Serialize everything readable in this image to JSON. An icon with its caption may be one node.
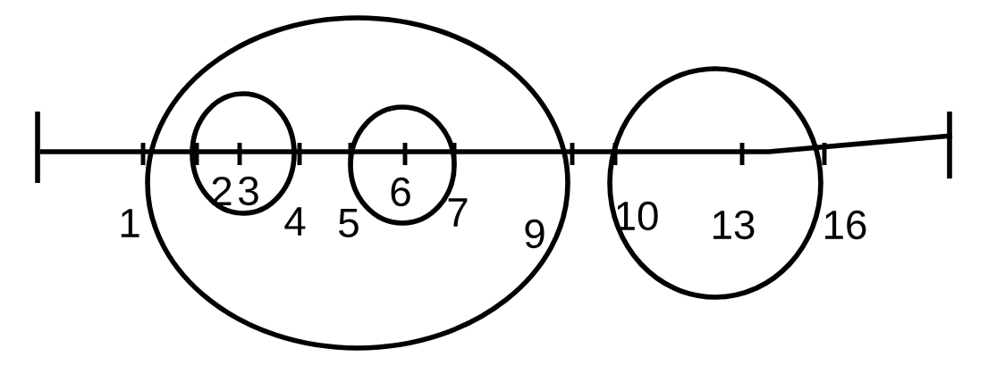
{
  "diagram": {
    "nodes": [
      {
        "text": [],
        "shape": "circle"
      },
      {
        "text": [],
        "shape": "circle",
        "in": 0
      },
      {
        "text": [],
        "shape": "circle",
        "in": 0
      },
      {
        "text": [],
        "shape": "circle"
      }
    ],
    "labels": [
      "1",
      "2",
      "3",
      "4",
      "5",
      "6",
      "7",
      "9",
      "10",
      "13",
      "16"
    ]
  }
}
